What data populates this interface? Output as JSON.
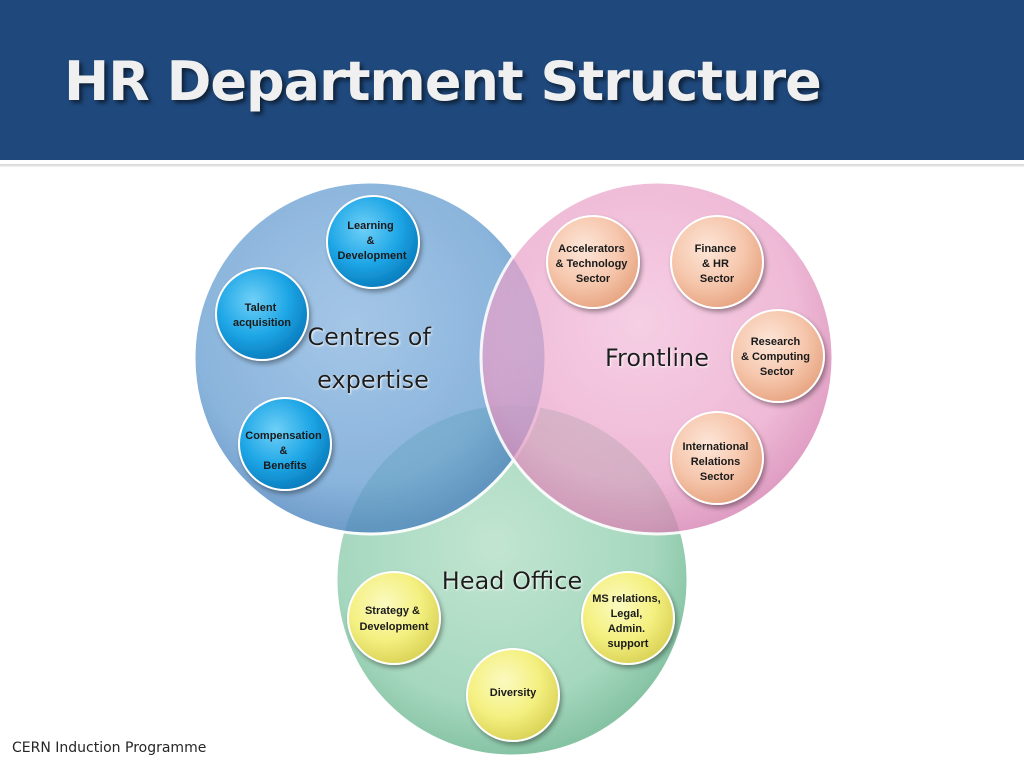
{
  "slide": {
    "title": "HR Department Structure",
    "footer": "CERN Induction Programme"
  },
  "colors": {
    "header_bg": "#1f497d",
    "expertise_circle": "#6a9fd2",
    "frontline_circle": "#e89ec6",
    "head_office_circle": "#8fceae",
    "expertise_nodes": "#1ea6e6",
    "frontline_nodes": "#f6c7ad",
    "head_office_nodes": "#f4f080"
  },
  "groups": {
    "expertise": {
      "label_lines": [
        "Centres of",
        "expertise"
      ],
      "nodes": [
        {
          "lines": [
            "Learning",
            "&",
            "Development"
          ]
        },
        {
          "lines": [
            "Talent",
            "acquisition"
          ]
        },
        {
          "lines": [
            "Compensation",
            "&",
            "Benefits"
          ]
        }
      ]
    },
    "frontline": {
      "label_lines": [
        "Frontline"
      ],
      "nodes": [
        {
          "lines": [
            "Accelerators",
            "& Technology",
            "Sector"
          ]
        },
        {
          "lines": [
            "Finance",
            "& HR",
            "Sector"
          ]
        },
        {
          "lines": [
            "Research",
            "& Computing",
            "Sector"
          ]
        },
        {
          "lines": [
            "International",
            "Relations",
            "Sector"
          ]
        }
      ]
    },
    "head_office": {
      "label_lines": [
        "Head Office"
      ],
      "nodes": [
        {
          "lines": [
            "Strategy &",
            "Development"
          ]
        },
        {
          "lines": [
            "MS relations,",
            "Legal,",
            "Admin.",
            "support"
          ]
        },
        {
          "lines": [
            "Diversity"
          ]
        }
      ]
    }
  }
}
